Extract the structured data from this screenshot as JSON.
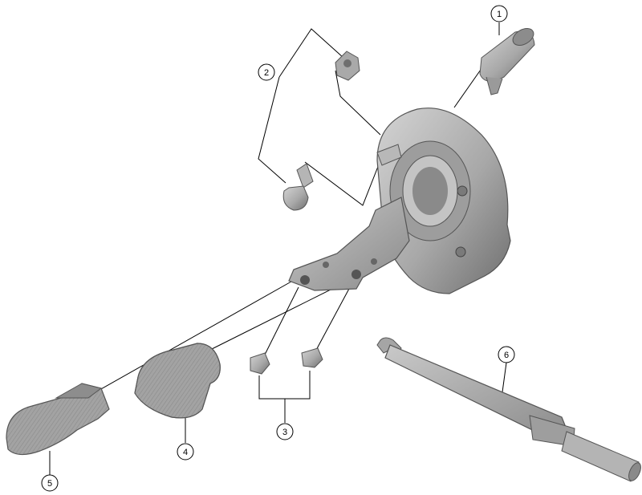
{
  "callouts": [
    {
      "id": "1",
      "label": "1"
    },
    {
      "id": "2",
      "label": "2"
    },
    {
      "id": "3",
      "label": "3"
    },
    {
      "id": "4",
      "label": "4"
    },
    {
      "id": "5",
      "label": "5"
    },
    {
      "id": "6",
      "label": "6"
    }
  ],
  "colors": {
    "part_fill": "#a9a9a9",
    "part_dark": "#7a7a7a",
    "part_light": "#cfcfcf",
    "line": "#000000"
  }
}
